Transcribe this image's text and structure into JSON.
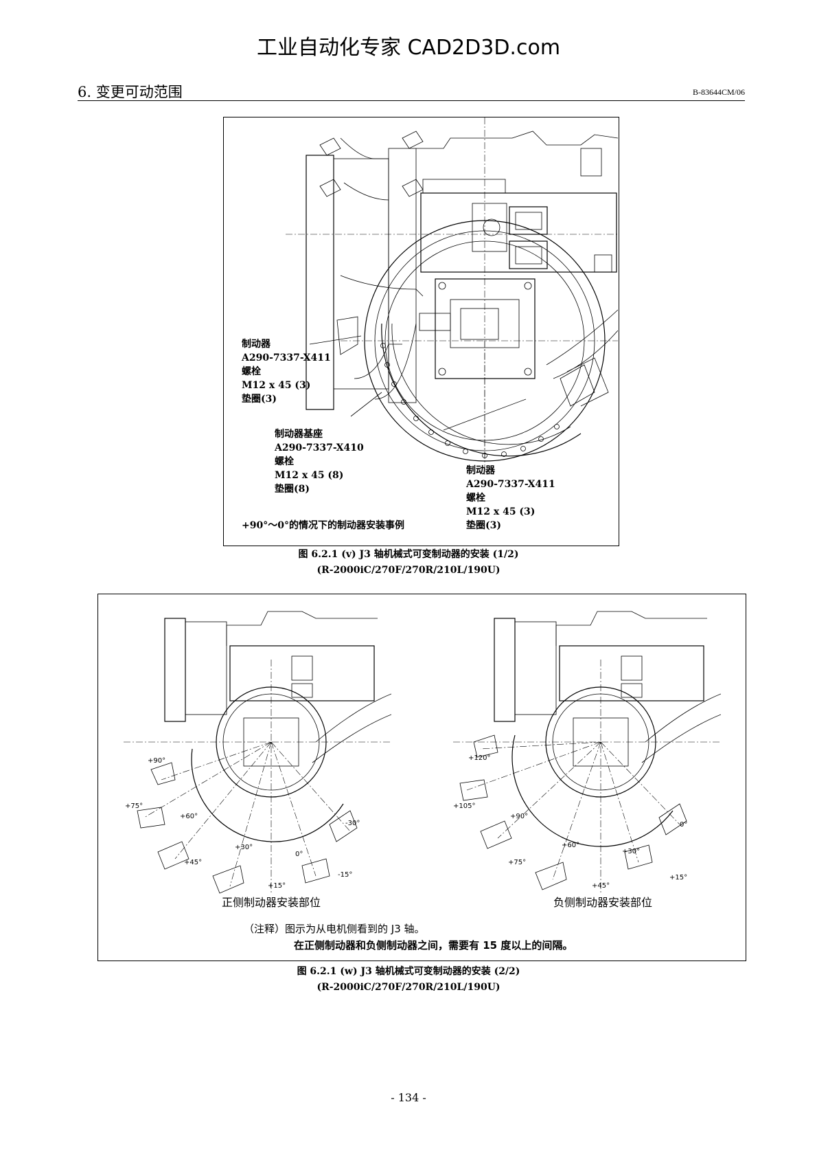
{
  "watermark": "工业自动化专家 CAD2D3D.com",
  "header": {
    "section_title": "6. 变更可动范围",
    "doc_code": "B-83644CM/06"
  },
  "figure1": {
    "label_a": {
      "l1": "制动器",
      "l2": "A290-7337-X411",
      "l3": "螺栓",
      "l4": "M12 x 45 (3)",
      "l5": "垫圈(3)"
    },
    "label_b": {
      "l1": "制动器基座",
      "l2": "A290-7337-X410",
      "l3": "螺栓",
      "l4": "M12 x 45 (8)",
      "l5": "垫圈(8)"
    },
    "label_c": {
      "l1": "制动器",
      "l2": "A290-7337-X411",
      "l3": "螺栓",
      "l4": "M12 x 45 (3)",
      "l5": "垫圈(3)"
    },
    "example_text": "+90°～0°的情况下的制动器安装事例",
    "caption_line1": "图 6.2.1 (v) J3 轴机械式可变制动器的安装  (1/2)",
    "caption_line2": "(R-2000iC/270F/270R/210L/190U)"
  },
  "figure2": {
    "left_title": "正侧制动器安装部位",
    "right_title": "负侧制动器安装部位",
    "left_angles": [
      "+90°",
      "+75°",
      "+60°",
      "+45°",
      "+30°",
      "+15°",
      "0°",
      "-15°",
      "-30°"
    ],
    "right_angles": [
      "+120°",
      "+105°",
      "+90°",
      "+75°",
      "+60°",
      "+45°",
      "+30°",
      "+15°",
      "0°"
    ],
    "note_line1": "（注释）图示为从电机侧看到的 J3 轴。",
    "note_line2": "在正侧制动器和负侧制动器之间，需要有 15 度以上的间隔。",
    "caption_line1": "图 6.2.1 (w) J3 轴机械式可变制动器的安装  (2/2)",
    "caption_line2": "(R-2000iC/270F/270R/210L/190U)"
  },
  "page_number": "- 134 -"
}
